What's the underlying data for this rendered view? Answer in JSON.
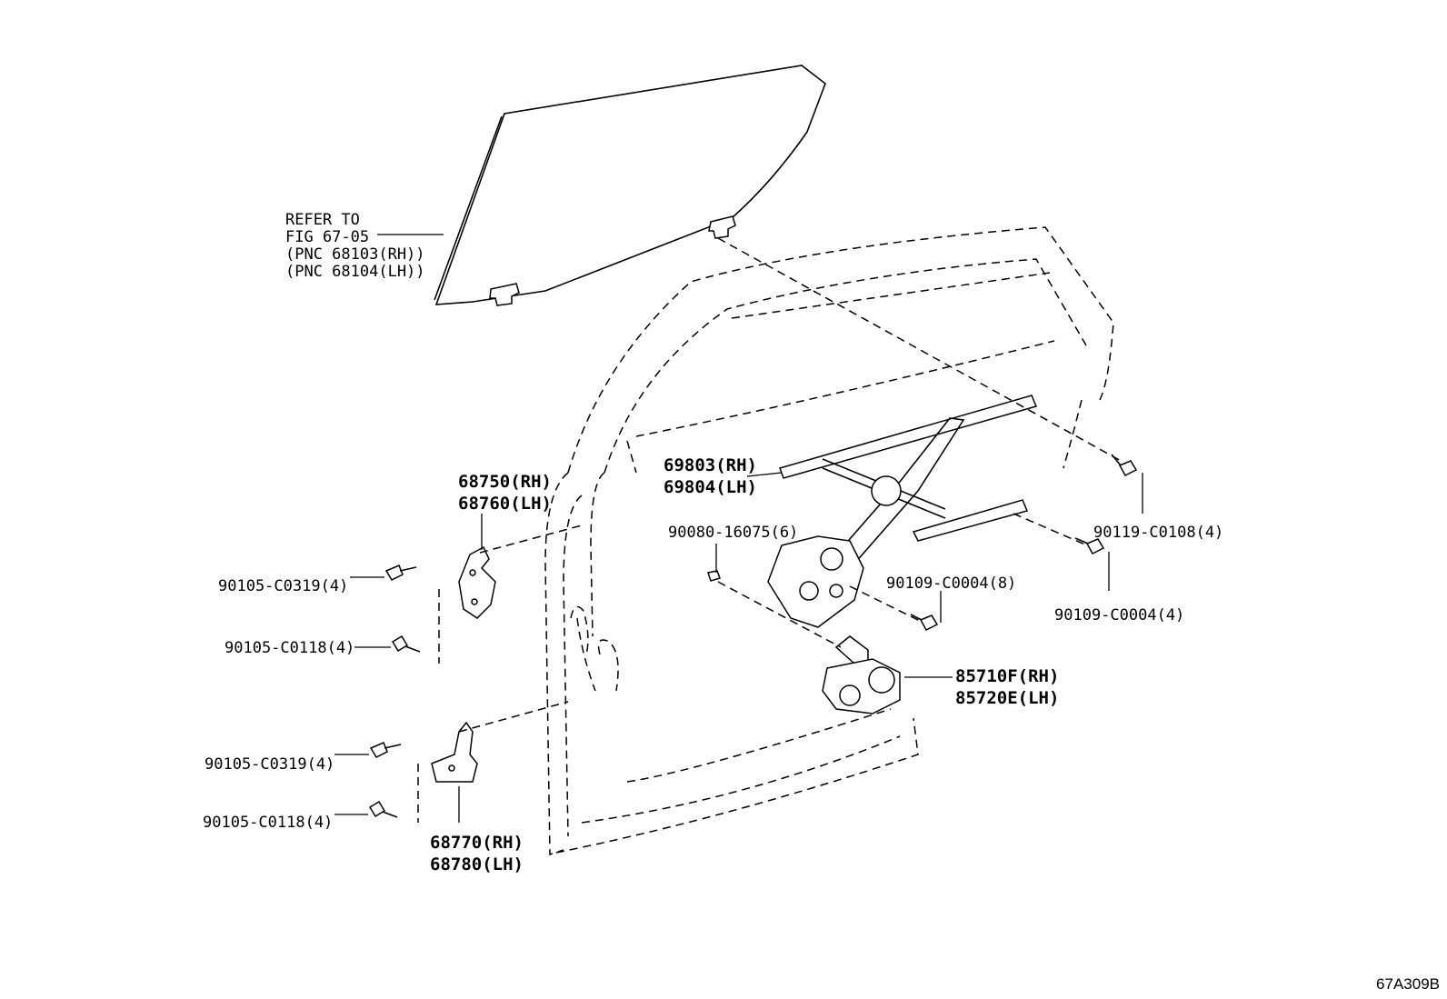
{
  "diagram": {
    "code": "67A309B",
    "labels": {
      "glass": [
        "REFER TO",
        "FIG 67-05",
        "(PNC 68103(RH))",
        "(PNC 68104(LH))"
      ],
      "upper_hinge": [
        "68750(RH)",
        "68760(LH)"
      ],
      "lower_hinge": [
        "68770(RH)",
        "68780(LH)"
      ],
      "regulator": [
        "69803(RH)",
        "69804(LH)"
      ],
      "motor": [
        "85710F(RH)",
        "85720E(LH)"
      ],
      "bolt_upper_hinge_a": "90105-C0319(4)",
      "bolt_upper_hinge_b": "90105-C0118(4)",
      "bolt_lower_hinge_a": "90105-C0319(4)",
      "bolt_lower_hinge_b": "90105-C0118(4)",
      "bolt_glass": "90119-C0108(4)",
      "bolt_regulator_rail": "90109-C0004(4)",
      "bolt_regulator_body": "90109-C0004(8)",
      "screw_motor": "90080-16075(6)"
    }
  }
}
